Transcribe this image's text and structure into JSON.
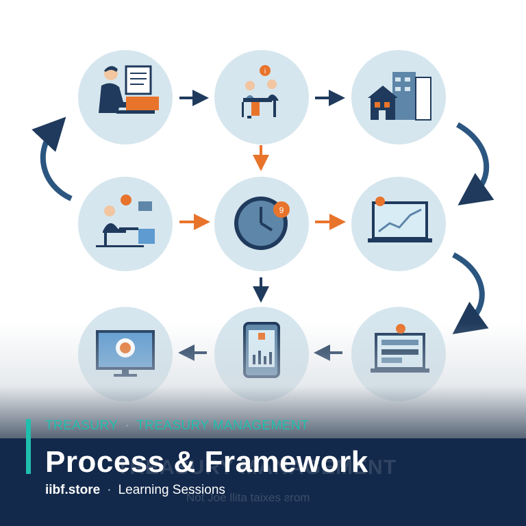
{
  "diagram": {
    "nodes": [
      {
        "id": "employee-at-computer",
        "icon": "person-at-computer-icon"
      },
      {
        "id": "team-meeting",
        "icon": "meeting-people-icon"
      },
      {
        "id": "bank-buildings",
        "icon": "bank-building-icon"
      },
      {
        "id": "worker-at-desk",
        "icon": "desk-worker-icon"
      },
      {
        "id": "clock",
        "icon": "clock-icon"
      },
      {
        "id": "laptop-chart",
        "icon": "laptop-chart-icon"
      },
      {
        "id": "monitor-settings",
        "icon": "monitor-gear-icon"
      },
      {
        "id": "mobile-analytics",
        "icon": "phone-chart-icon"
      },
      {
        "id": "laptop-dashboard",
        "icon": "laptop-dashboard-icon"
      }
    ],
    "edges": [
      {
        "from": "employee-at-computer",
        "to": "team-meeting"
      },
      {
        "from": "team-meeting",
        "to": "bank-buildings"
      },
      {
        "from": "team-meeting",
        "to": "clock"
      },
      {
        "from": "bank-buildings",
        "to": "laptop-chart"
      },
      {
        "from": "worker-at-desk",
        "to": "clock"
      },
      {
        "from": "clock",
        "to": "laptop-chart"
      },
      {
        "from": "worker-at-desk",
        "to": "employee-at-computer"
      },
      {
        "from": "clock",
        "to": "mobile-analytics"
      },
      {
        "from": "laptop-chart",
        "to": "laptop-dashboard"
      },
      {
        "from": "laptop-dashboard",
        "to": "mobile-analytics"
      },
      {
        "from": "mobile-analytics",
        "to": "monitor-settings"
      }
    ],
    "colors": {
      "circle": "#d6e6ee",
      "navy": "#1f3a5c",
      "orange": "#e8742c",
      "teal": "#1fbfae",
      "banner": "#13294b"
    }
  },
  "banner": {
    "tag1": "TREASURY",
    "separator": "·",
    "tag2": "TREASURY MANAGEMENT",
    "title": "Process & Framework",
    "site": "iibf.store",
    "subtitle": "Learning Sessions",
    "ghost_text": "TREASURY MANAGEMENT",
    "ghost_caption": "Not Joe llita taixes ƨrom"
  }
}
